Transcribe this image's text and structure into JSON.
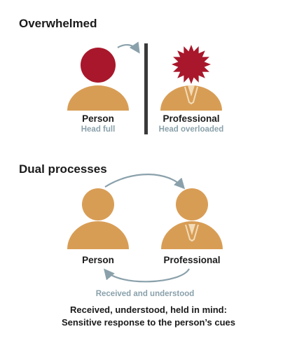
{
  "section1": {
    "title": "Overwhelmed",
    "person_label": "Person",
    "person_sublabel": "Head full",
    "professional_label": "Professional",
    "professional_sublabel": "Head overloaded"
  },
  "section2": {
    "title": "Dual processes",
    "person_label": "Person",
    "professional_label": "Professional",
    "return_caption": "Received and understood"
  },
  "footer": {
    "line1": "Received, understood, held in mind:",
    "line2": "Sensitive response to the person’s cues"
  },
  "colors": {
    "body": "#d89d55",
    "head_overloaded": "#a8172b",
    "arrow": "#8aa1ab",
    "divider": "#3a3a3a",
    "tie": "#f2dcb8"
  }
}
